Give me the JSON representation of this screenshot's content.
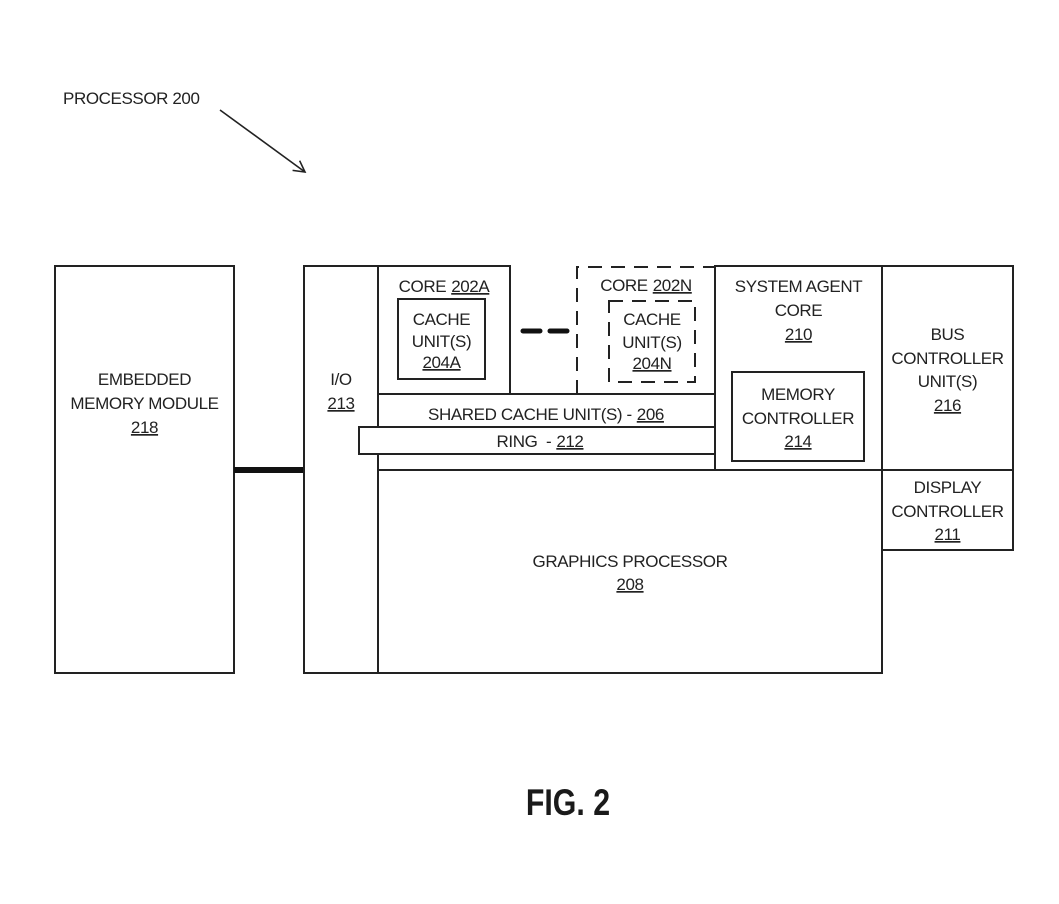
{
  "figure": {
    "label": "FIG. 2",
    "processor_label": "PROCESSOR 200"
  },
  "blocks": {
    "embedded_memory": {
      "lines": [
        "EMBEDDED",
        "MEMORY MODULE"
      ],
      "ref": "218"
    },
    "io": {
      "lines": [
        "I/O"
      ],
      "ref": "213"
    },
    "core_a": {
      "title": "CORE",
      "ref": "202A"
    },
    "cache_a": {
      "lines": [
        "CACHE",
        "UNIT(S)"
      ],
      "ref": "204A"
    },
    "core_n": {
      "title": "CORE",
      "ref": "202N"
    },
    "cache_n": {
      "lines": [
        "CACHE",
        "UNIT(S)"
      ],
      "ref": "204N"
    },
    "shared_cache": {
      "title": "SHARED CACHE UNIT(S) -",
      "ref": "206"
    },
    "ring": {
      "title": "RING  -",
      "ref": "212"
    },
    "system_agent": {
      "lines": [
        "SYSTEM AGENT",
        "CORE"
      ],
      "ref": "210"
    },
    "memory_controller": {
      "lines": [
        "MEMORY",
        "CONTROLLER"
      ],
      "ref": "214"
    },
    "bus_controller": {
      "lines": [
        "BUS",
        "CONTROLLER",
        "UNIT(S)"
      ],
      "ref": "216"
    },
    "display_controller": {
      "lines": [
        "DISPLAY",
        "CONTROLLER"
      ],
      "ref": "211"
    },
    "graphics_processor": {
      "lines": [
        "GRAPHICS PROCESSOR"
      ],
      "ref": "208"
    }
  },
  "colors": {
    "line": "#222222",
    "background": "#ffffff"
  }
}
